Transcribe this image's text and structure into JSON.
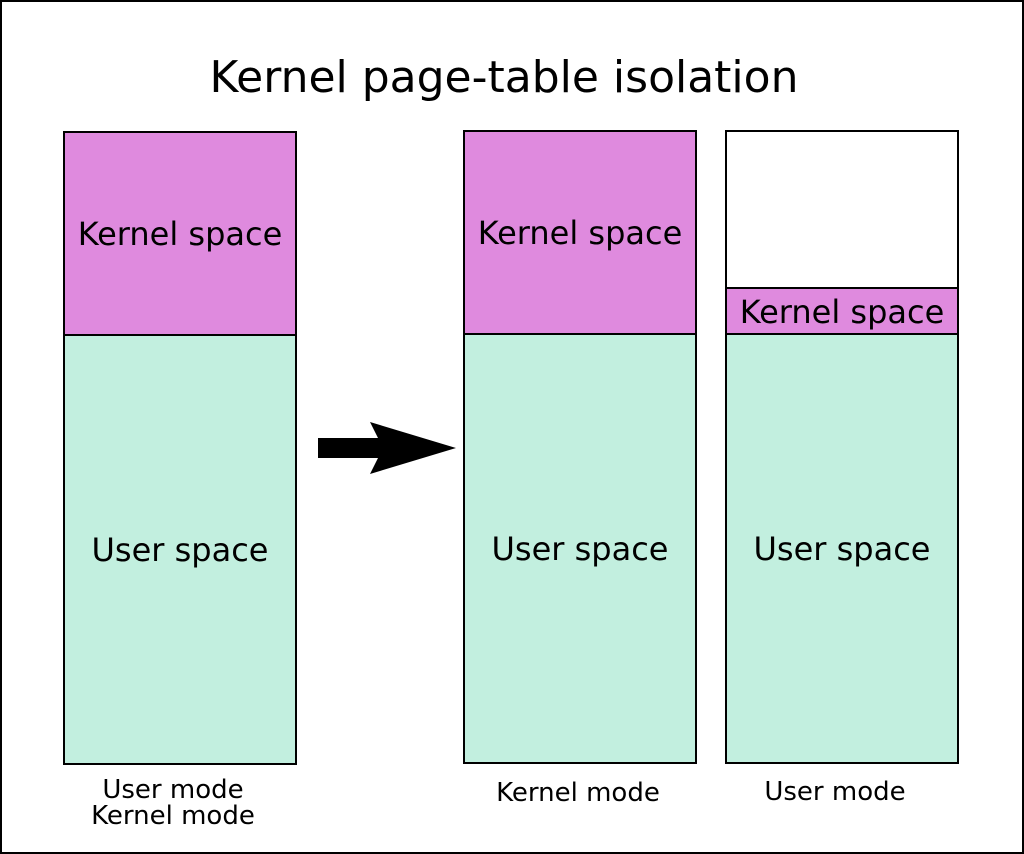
{
  "title": "Kernel page-table isolation",
  "colors": {
    "kernel_space": "#df8ade",
    "user_space": "#c2efdf",
    "unmapped": "#ffffff",
    "outline": "#000000"
  },
  "before": {
    "kernel_label": "Kernel space",
    "user_label": "User space",
    "caption_line1": "User mode",
    "caption_line2": "Kernel mode"
  },
  "after_kernel_mode": {
    "kernel_label": "Kernel space",
    "user_label": "User space",
    "caption": "Kernel mode"
  },
  "after_user_mode": {
    "kernel_label": "Kernel space",
    "user_label": "User space",
    "caption": "User mode"
  },
  "arrow_icon": "right-arrow-icon"
}
